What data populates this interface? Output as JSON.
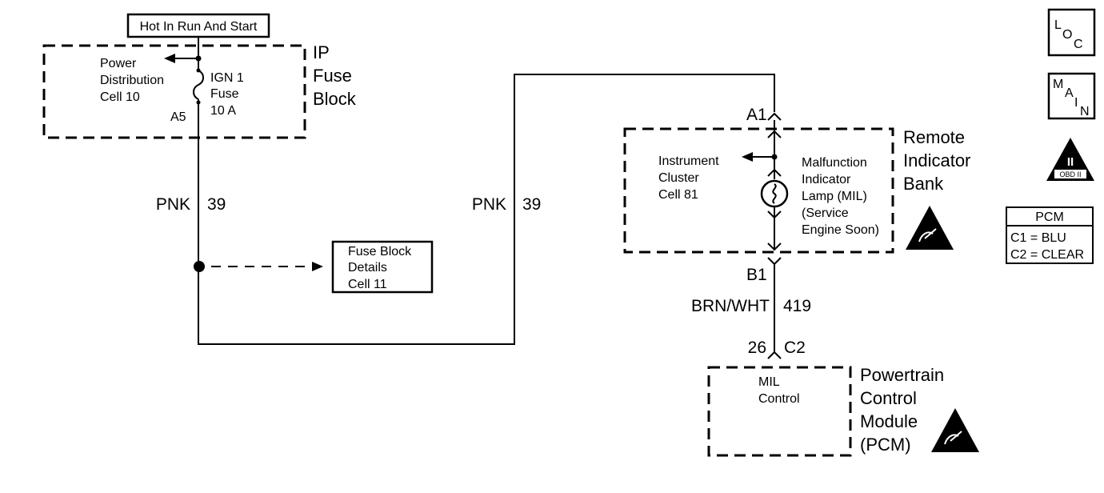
{
  "hot_label": "Hot In Run And Start",
  "ip_fuse_block": {
    "line1": "IP",
    "line2": "Fuse",
    "line3": "Block"
  },
  "power_dist": {
    "line1": "Power",
    "line2": "Distribution",
    "line3": "Cell 10"
  },
  "fuse": {
    "line1": "IGN 1",
    "line2": "Fuse",
    "line3": "10 A"
  },
  "pins": {
    "a5": "A5",
    "a1": "A1",
    "b1": "B1",
    "pcm_pin": "26",
    "pcm_conn": "C2"
  },
  "wires": {
    "left": {
      "color": "PNK",
      "circuit": "39"
    },
    "mid": {
      "color": "PNK",
      "circuit": "39"
    },
    "lower": {
      "color": "BRN/WHT",
      "circuit": "419"
    }
  },
  "fuse_block_details": {
    "line1": "Fuse Block",
    "line2": "Details",
    "line3": "Cell 11"
  },
  "remote_indicator": {
    "line1": "Remote",
    "line2": "Indicator",
    "line3": "Bank"
  },
  "instrument_cluster": {
    "line1": "Instrument",
    "line2": "Cluster",
    "line3": "Cell 81"
  },
  "mil": {
    "line1": "Malfunction",
    "line2": "Indicator",
    "line3": "Lamp (MIL)",
    "line4": "(Service",
    "line5": "Engine Soon)"
  },
  "pcm_module": {
    "line1": "Powertrain",
    "line2": "Control",
    "line3": "Module",
    "line4": "(PCM)"
  },
  "mil_control": {
    "line1": "MIL",
    "line2": "Control"
  },
  "legend": {
    "loc": {
      "l": "L",
      "o": "O",
      "c": "C"
    },
    "main": {
      "m": "M",
      "a": "A",
      "i": "I",
      "n": "N"
    },
    "obd": {
      "numeral": "II",
      "label": "OBD II"
    },
    "pcm_table": {
      "title": "PCM",
      "row1": "C1 = BLU",
      "row2": "C2 = CLEAR"
    }
  }
}
